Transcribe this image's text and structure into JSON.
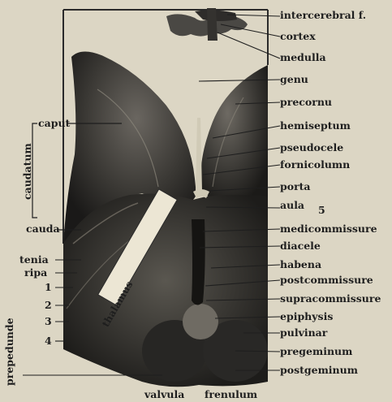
{
  "right_labels": [
    "intercerebral f.",
    "cortex",
    "medulla",
    "genu",
    "precornu",
    "hemiseptum",
    "pseudocele",
    "fornicolumn",
    "porta",
    "aula",
    "medicommissure",
    "diacele",
    "habena",
    "postcommissure",
    "supracommissure",
    "epiphysis",
    "pulvinar",
    "pregeminum",
    "postgeminum"
  ],
  "aula_number": "5",
  "left_labels": {
    "caput": "caput",
    "caudatum": "caudatum",
    "cauda": "cauda",
    "tenia": "tenia",
    "ripa": "ripa",
    "n1": "1",
    "n2": "2",
    "n3": "3",
    "n4": "4",
    "prepedunde": "prepedunde"
  },
  "thalamus_label": "thalamus",
  "bottom_labels": {
    "valvula": "valvula",
    "frenulum": "frenulum"
  }
}
